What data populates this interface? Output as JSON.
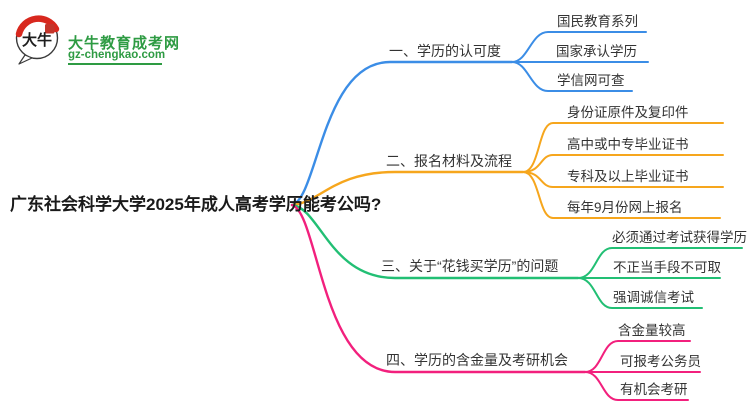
{
  "site": {
    "name": "大牛教育成考网",
    "domain": "gz-chengkao.com",
    "logo_text": "大牛"
  },
  "colors": {
    "brand_green": "#2e9b43",
    "logo_red": "#d8281e",
    "branch_blue": "#3b8de6",
    "branch_orange": "#f6a61d",
    "branch_green": "#22bf74",
    "branch_pink": "#f2207d",
    "text_dark": "#333333"
  },
  "mindmap": {
    "root": "广东社会科学大学2025年成人高考学历能考公吗?",
    "branches": [
      {
        "label": "一、学历的认可度",
        "color": "#3b8de6",
        "children": [
          "国民教育系列",
          "国家承认学历",
          "学信网可查"
        ]
      },
      {
        "label": "二、报名材料及流程",
        "color": "#f6a61d",
        "children": [
          "身份证原件及复印件",
          "高中或中专毕业证书",
          "专科及以上毕业证书",
          "每年9月份网上报名"
        ]
      },
      {
        "label": "三、关于“花钱买学历”的问题",
        "color": "#22bf74",
        "children": [
          "必须通过考试获得学历",
          "不正当手段不可取",
          "强调诚信考试"
        ]
      },
      {
        "label": "四、学历的含金量及考研机会",
        "color": "#f2207d",
        "children": [
          "含金量较高",
          "可报考公务员",
          "有机会考研"
        ]
      }
    ]
  }
}
